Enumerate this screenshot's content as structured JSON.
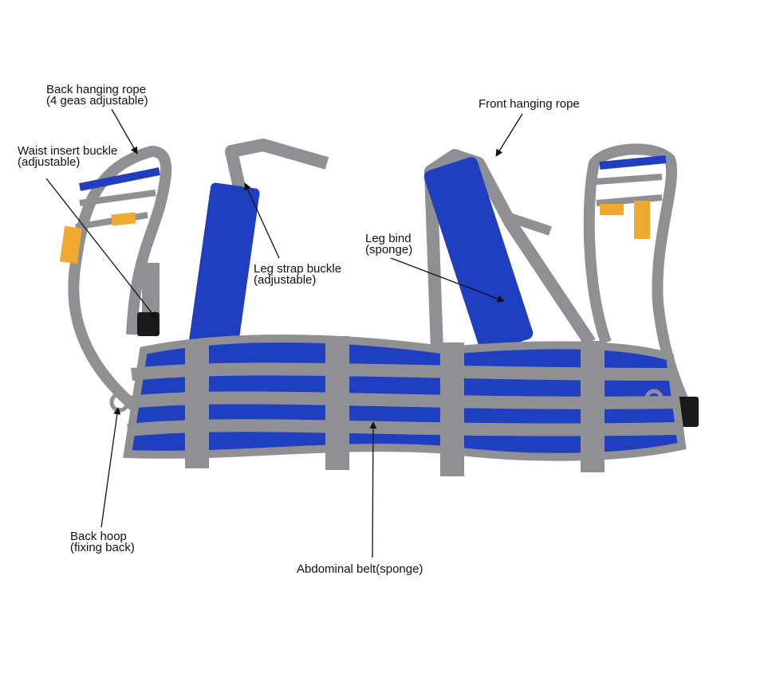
{
  "labels": {
    "back_hanging_rope": {
      "line1": "Back hanging rope",
      "line2": "(4 geas adjustable)"
    },
    "waist_insert_buckle": {
      "line1": "Waist insert buckle",
      "line2": "(adjustable)"
    },
    "front_hanging_rope": {
      "line1": "Front hanging rope"
    },
    "leg_bind": {
      "line1": "Leg bind",
      "line2": "(sponge)"
    },
    "leg_strap_buckle": {
      "line1": "Leg strap buckle",
      "line2": "(adjustable)"
    },
    "back_hoop": {
      "line1": "Back hoop",
      "line2": "(fixing back)"
    },
    "abdominal_belt": {
      "line1": "Abdominal belt(sponge)"
    }
  },
  "colors": {
    "blue": "#1f3fc0",
    "gray": "#8e9093",
    "yellow": "#f0a830",
    "black": "#1a1a1a"
  }
}
